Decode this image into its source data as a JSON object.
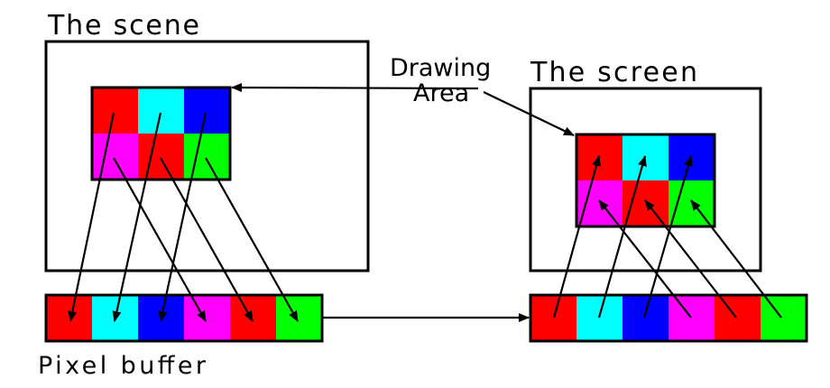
{
  "labels": {
    "scene": "The scene",
    "screen": "The screen",
    "drawing_area_line1": "Drawing",
    "drawing_area_line2": "Area",
    "pixel_buffer": "Pixel buffer"
  },
  "colors": {
    "red": "#ff0000",
    "cyan": "#00ffff",
    "blue": "#0000ff",
    "magenta": "#ff00ff",
    "green": "#00ff00"
  },
  "drawing_area_pixels": [
    [
      "red",
      "cyan",
      "blue"
    ],
    [
      "magenta",
      "red",
      "green"
    ]
  ],
  "pixel_buffer_pixels": [
    "red",
    "cyan",
    "blue",
    "magenta",
    "red",
    "green"
  ]
}
